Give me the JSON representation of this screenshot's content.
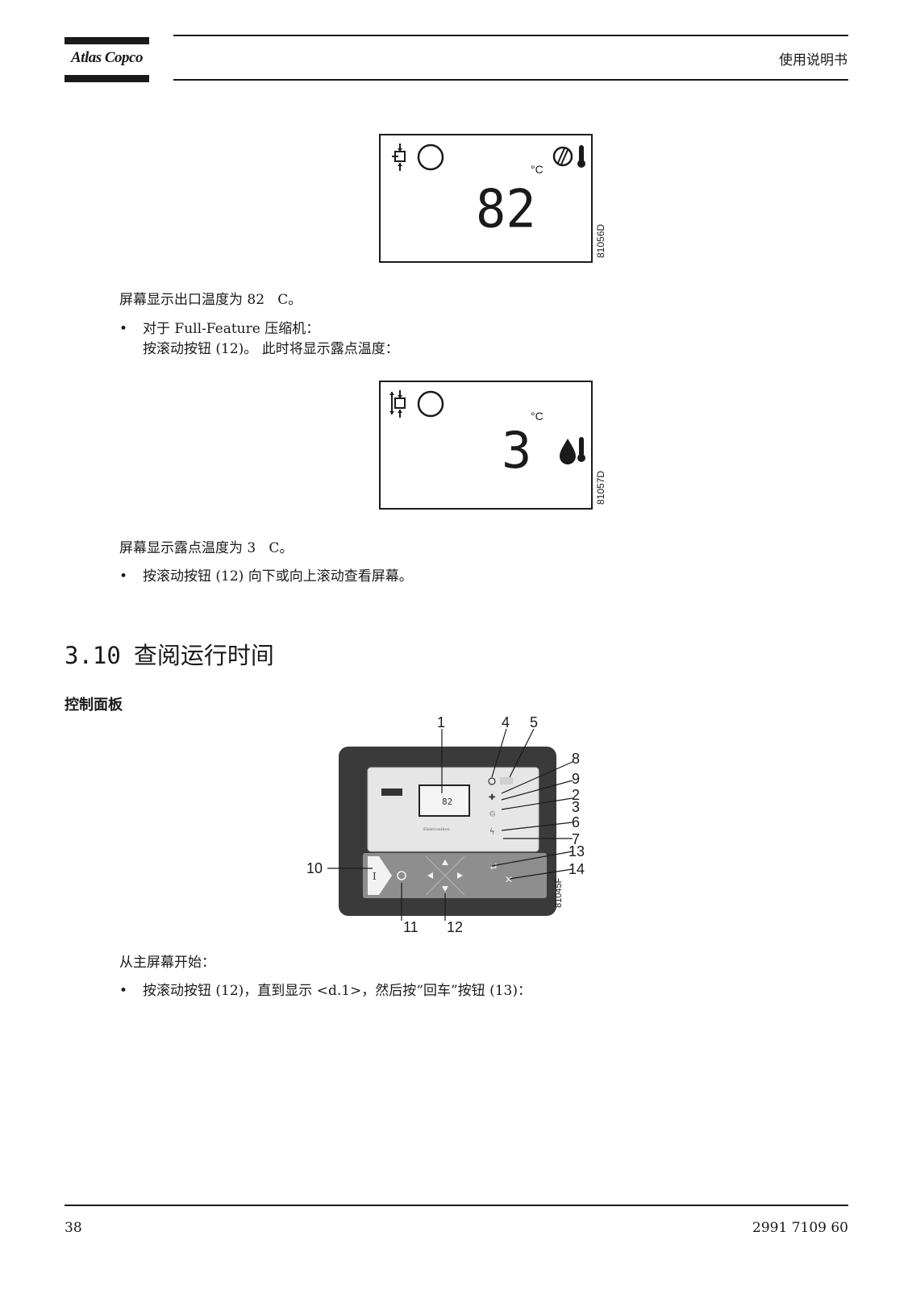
{
  "header": {
    "logo_text": "Atlas Copco",
    "title": "使用说明书"
  },
  "figure1": {
    "value": "82",
    "unit": "°C",
    "code": "81056D"
  },
  "para1": "屏幕显示出口温度为 82   C。",
  "bullet1": {
    "line1": "对于 Full-Feature 压缩机：",
    "line2": "按滚动按钮 (12)。 此时将显示露点温度："
  },
  "figure2": {
    "value": "3",
    "unit": "°C",
    "code": "81057D"
  },
  "para2": "屏幕显示露点温度为 3   C。",
  "bullet2": "按滚动按钮 (12) 向下或向上滚动查看屏幕。",
  "section": {
    "number": "3.10",
    "title": "查阅运行时间"
  },
  "subsection": "控制面板",
  "panel": {
    "code": "81045F",
    "display_value": "82",
    "callouts": [
      "1",
      "4",
      "5",
      "8",
      "9",
      "2",
      "3",
      "6",
      "7",
      "13",
      "14",
      "10",
      "11",
      "12"
    ]
  },
  "para3": "从主屏幕开始：",
  "bullet3": "按滚动按钮 (12)，直到显示 <d.1>，然后按“回车”按钮 (13)：",
  "footer": {
    "page": "38",
    "doc_number": "2991 7109 60"
  }
}
